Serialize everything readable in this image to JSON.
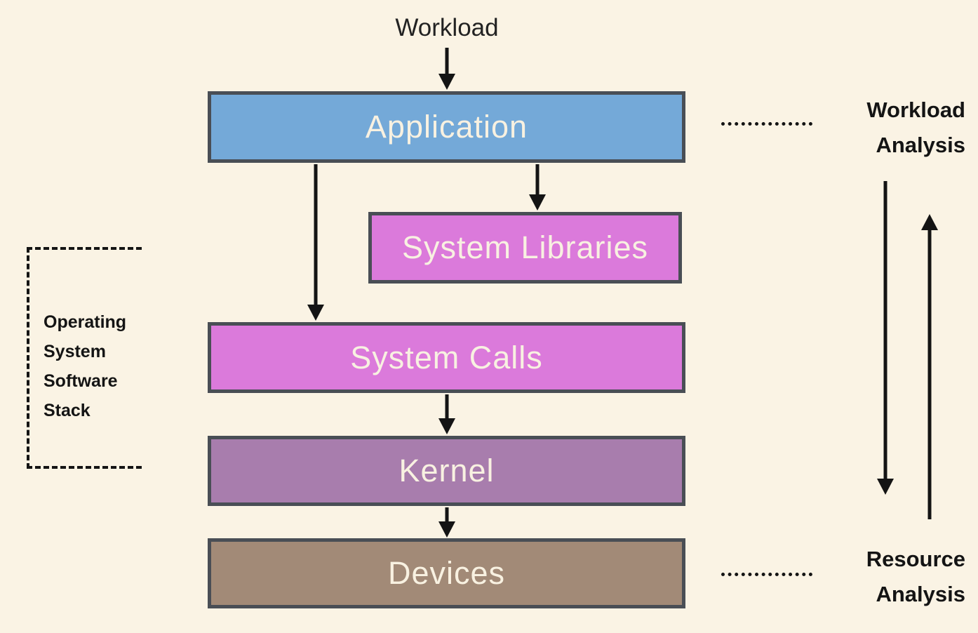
{
  "background": "#faf3e4",
  "border_color": "#494e55",
  "arrow_color": "#141414",
  "box_text_color": "#f8f1e1",
  "workload": {
    "label": "Workload"
  },
  "boxes": {
    "application": {
      "label": "Application",
      "fill": "#74a9d8"
    },
    "system_libraries": {
      "label": "System Libraries",
      "fill": "#db7adb"
    },
    "system_calls": {
      "label": "System Calls",
      "fill": "#db7adb"
    },
    "kernel": {
      "label": "Kernel",
      "fill": "#a87dad"
    },
    "devices": {
      "label": "Devices",
      "fill": "#a28a77"
    }
  },
  "annotations": {
    "os_stack": {
      "label": "Operating System Software Stack"
    },
    "workload_analysis": {
      "label": "Workload Analysis"
    },
    "resource_analysis": {
      "label": "Resource Analysis"
    }
  }
}
